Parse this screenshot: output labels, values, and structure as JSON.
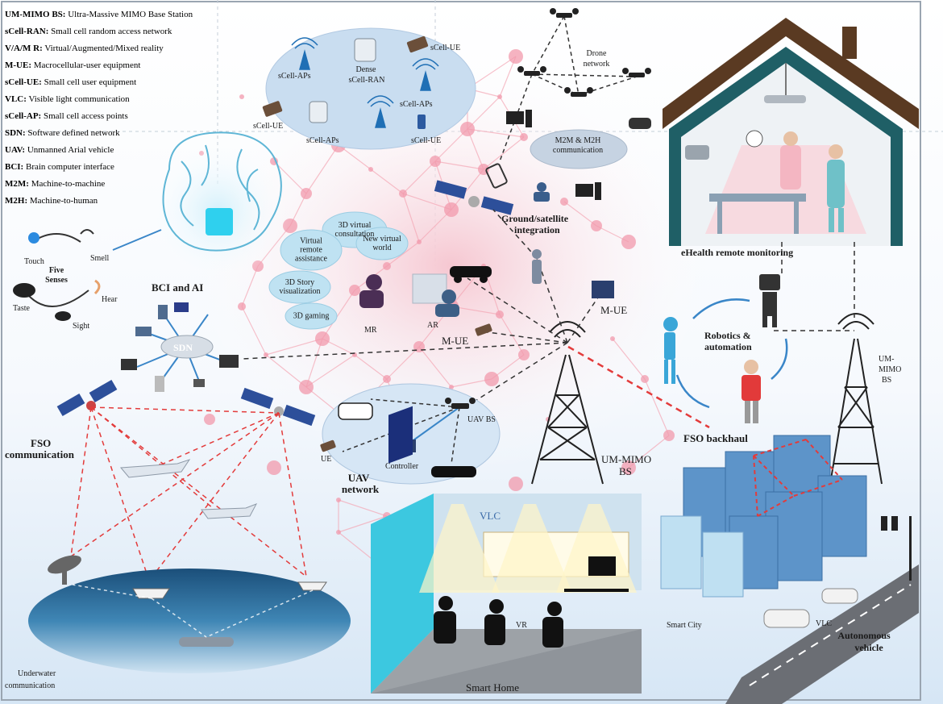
{
  "legend": [
    {
      "abbr": "UM-MIMO BS:",
      "text": "Ultra-Massive MIMO Base Station"
    },
    {
      "abbr": "sCell-RAN:",
      "text": "Small cell random access network"
    },
    {
      "abbr": "V/A/M R:",
      "text": "Virtual/Augmented/Mixed reality"
    },
    {
      "abbr": "M-UE:",
      "text": "Macrocellular-user equipment"
    },
    {
      "abbr": "sCell-UE:",
      "text": "Small cell user equipment"
    },
    {
      "abbr": "VLC:",
      "text": "Visible light communication"
    },
    {
      "abbr": "sCell-AP:",
      "text": "Small cell access points"
    },
    {
      "abbr": "SDN:",
      "text": "Software defined network"
    },
    {
      "abbr": "UAV:",
      "text": "Unmanned Arial vehicle"
    },
    {
      "abbr": "BCI:",
      "text": "Brain computer interface"
    },
    {
      "abbr": "M2M:",
      "text": "Machine-to-machine"
    },
    {
      "abbr": "M2H:",
      "text": "Machine-to-human"
    }
  ],
  "scell": {
    "aps_top": "sCell-APs",
    "dense": "Dense",
    "ran": "sCell-RAN",
    "ue_top": "sCell-UE",
    "aps_right": "sCell-APs",
    "ue_left": "sCell-UE",
    "aps_bottom": "sCell-APs",
    "ue_bottom": "sCell-UE"
  },
  "drone": {
    "line1": "Drone",
    "line2": "network"
  },
  "m2m": {
    "line1": "M2M & M2H",
    "line2": "communication"
  },
  "ground": {
    "line1": "Ground/satellite",
    "line2": "integration"
  },
  "ehealth": "eHealth remote monitoring",
  "senses": {
    "title1": "Five",
    "title2": "Senses",
    "touch": "Touch",
    "smell": "Smell",
    "taste": "Taste",
    "hear": "Hear",
    "sight": "Sight"
  },
  "bci": "BCI and AI",
  "vr_bubbles": {
    "consult1": "3D virtual",
    "consult2": "consultation",
    "remote1": "Virtual",
    "remote2": "remote",
    "remote3": "assistance",
    "world1": "New virtual",
    "world2": "world",
    "story1": "3D Story",
    "story2": "visualization",
    "gaming": "3D gaming"
  },
  "mr": "MR",
  "ar": "AR",
  "mue_left": "M-UE",
  "mue_right": "M-UE",
  "sdn": "SDN",
  "robotics": {
    "line1": "Robotics &",
    "line2": "automation"
  },
  "ummimo_right": {
    "line1": "UM-",
    "line2": "MIMO",
    "line3": "BS"
  },
  "ummimo_center": {
    "line1": "UM-MIMO",
    "line2": "BS"
  },
  "fso_comm": {
    "line1": "FSO",
    "line2": "communication"
  },
  "fso_backhaul": "FSO backhaul",
  "uav": {
    "bs": "UAV BS",
    "ue": "UE",
    "controller": "Controller",
    "net1": "UAV",
    "net2": "network"
  },
  "vlc_home": "VLC",
  "vr_home": "VR",
  "smart_home": "Smart Home",
  "smart_city": "Smart City",
  "vlc_city": "VLC",
  "auto": {
    "line1": "Autonomous",
    "line2": "vehicle"
  },
  "underwater": {
    "line1": "Underwater",
    "line2": "communication"
  },
  "colors": {
    "network_pink": "#f4a7b5",
    "accent_red": "#e33b3b",
    "teal_house": "#1f5f66",
    "brown_roof": "#5a3a22",
    "cloud_blue": "#c9ddf0",
    "sea_blue": "#1d5a85"
  }
}
